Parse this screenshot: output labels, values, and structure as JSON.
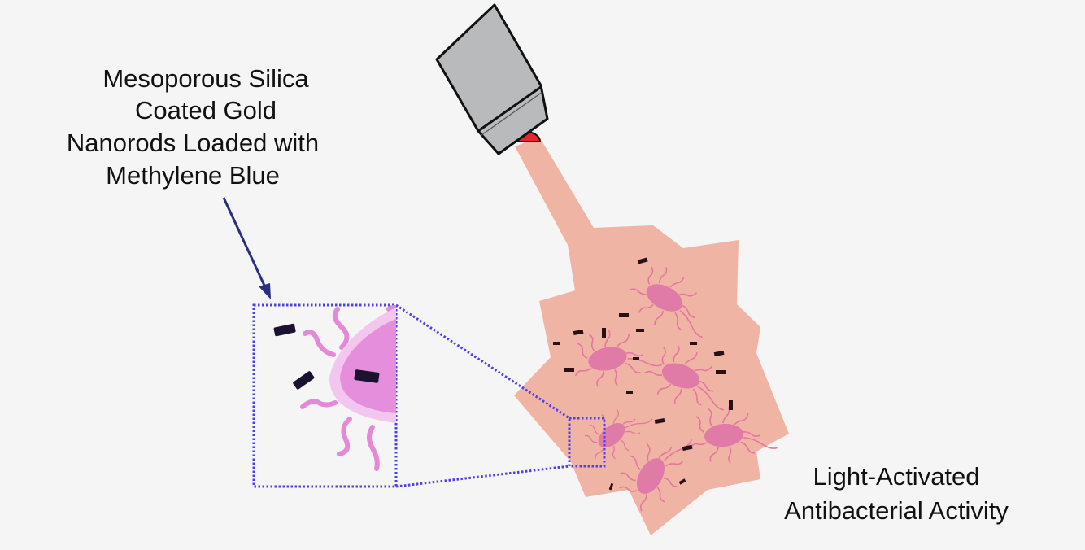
{
  "labels": {
    "nanoparticle": [
      "Mesoporous Silica",
      "Coated Gold",
      "Nanorods Loaded with",
      "Methylene Blue"
    ],
    "activity": [
      "Light-Activated",
      "Antibacterial Activity"
    ]
  },
  "colors": {
    "background": "#f5f5f5",
    "beam": "#f0b4a4",
    "bacterium": "#e07aa6",
    "flagella": "#e3779f",
    "nanorod": "#2a0f14",
    "zoom_outline": "#4f3fe6",
    "arrow": "#2b2f80",
    "light_source": "#b9babc",
    "lens": "#e8252f"
  }
}
